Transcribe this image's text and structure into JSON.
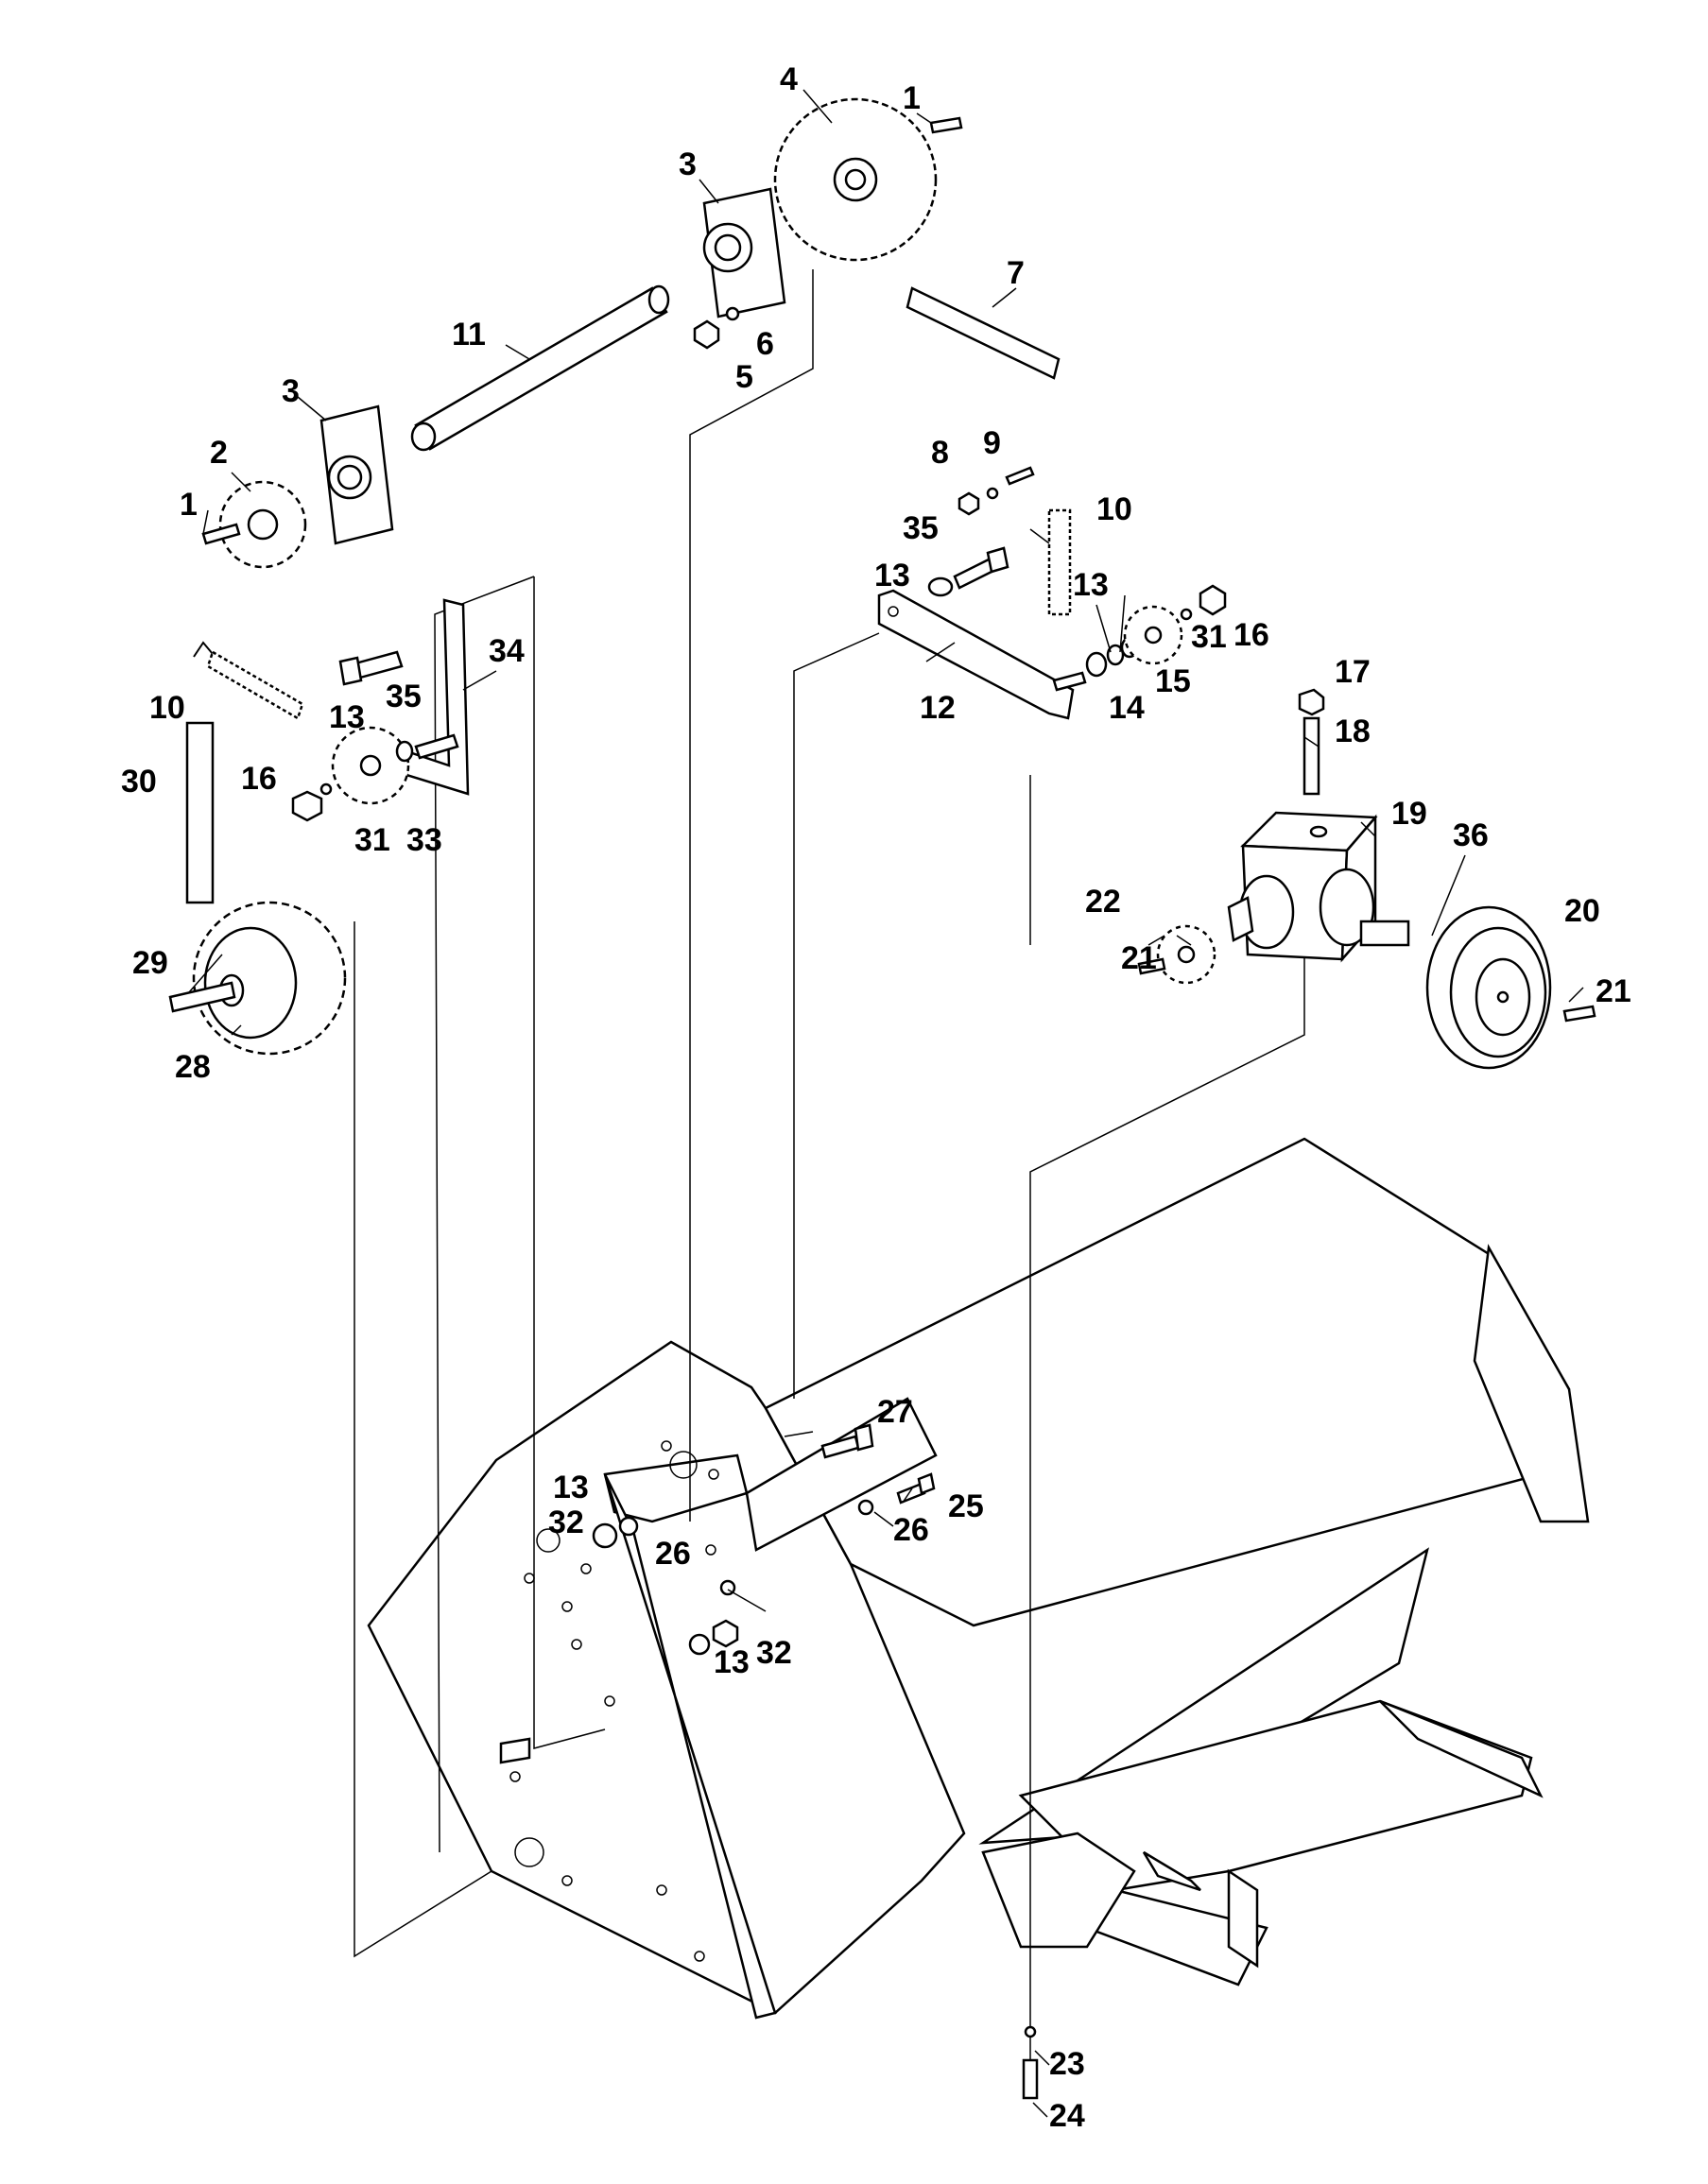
{
  "callouts": [
    "1",
    "1",
    "2",
    "3",
    "3",
    "4",
    "5",
    "6",
    "7",
    "8",
    "9",
    "10",
    "10",
    "11",
    "12",
    "13",
    "13",
    "13",
    "13",
    "13",
    "14",
    "15",
    "16",
    "16",
    "17",
    "18",
    "19",
    "20",
    "21",
    "21",
    "22",
    "23",
    "24",
    "25",
    "26",
    "26",
    "27",
    "28",
    "29",
    "30",
    "31",
    "31",
    "32",
    "32",
    "33",
    "34",
    "35",
    "35",
    "36"
  ]
}
